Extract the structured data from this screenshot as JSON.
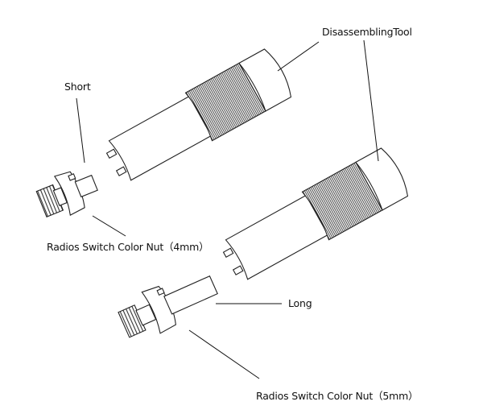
{
  "labels": {
    "short": "Short",
    "tool": "DisassemblingTool",
    "nut_4mm": "Radios Switch Color Nut（4mm）",
    "long": "Long",
    "nut_5mm": "Radios Switch Color Nut（5mm）"
  }
}
